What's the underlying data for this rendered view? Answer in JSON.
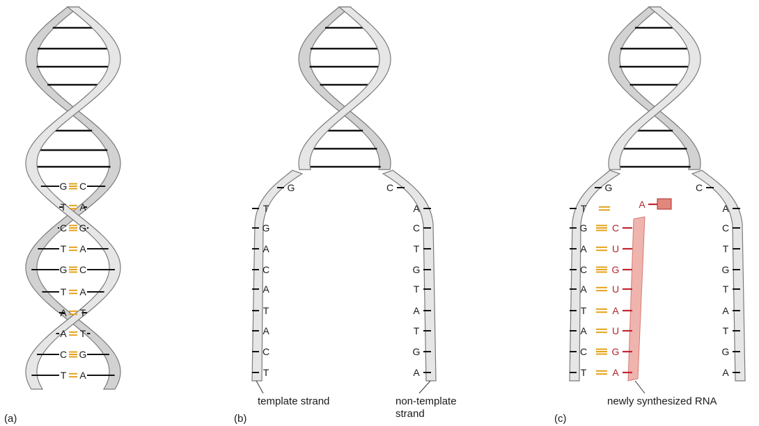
{
  "panels": {
    "a": {
      "label": "(a)"
    },
    "b": {
      "label": "(b)",
      "template_label": "template strand",
      "nontemplate_label_1": "non-template",
      "nontemplate_label_2": "strand"
    },
    "c": {
      "label": "(c)",
      "rna_label": "newly synthesized RNA",
      "incoming_nucleotide": "A"
    }
  },
  "a_pairs": [
    {
      "left": "G",
      "right": "C",
      "bonds": 3
    },
    {
      "left": "T",
      "right": "A",
      "bonds": 2
    },
    {
      "left": "C",
      "right": "G",
      "bonds": 3
    },
    {
      "left": "T",
      "right": "A",
      "bonds": 2
    },
    {
      "left": "G",
      "right": "C",
      "bonds": 3
    },
    {
      "left": "T",
      "right": "A",
      "bonds": 2
    },
    {
      "left": "A",
      "right": "T",
      "bonds": 2
    },
    {
      "left": "A",
      "right": "T",
      "bonds": 2
    },
    {
      "left": "C",
      "right": "G",
      "bonds": 3
    },
    {
      "left": "T",
      "right": "A",
      "bonds": 2
    }
  ],
  "template_bases": [
    "G",
    "T",
    "G",
    "A",
    "C",
    "A",
    "T",
    "A",
    "C",
    "T"
  ],
  "nontemplate_bases": [
    "C",
    "A",
    "C",
    "T",
    "G",
    "T",
    "A",
    "T",
    "G",
    "A"
  ],
  "rna_bases": [
    "C",
    "U",
    "G",
    "U",
    "A",
    "U",
    "G",
    "A"
  ],
  "rna_bonds": [
    3,
    2,
    3,
    2,
    2,
    2,
    3,
    2
  ],
  "colors": {
    "bond": "#e3a21a",
    "rna": "#c2262e",
    "rna_backbone": "#f0b4ae",
    "ribbon": "#e6e6e6",
    "outline": "#7a7a7a"
  }
}
